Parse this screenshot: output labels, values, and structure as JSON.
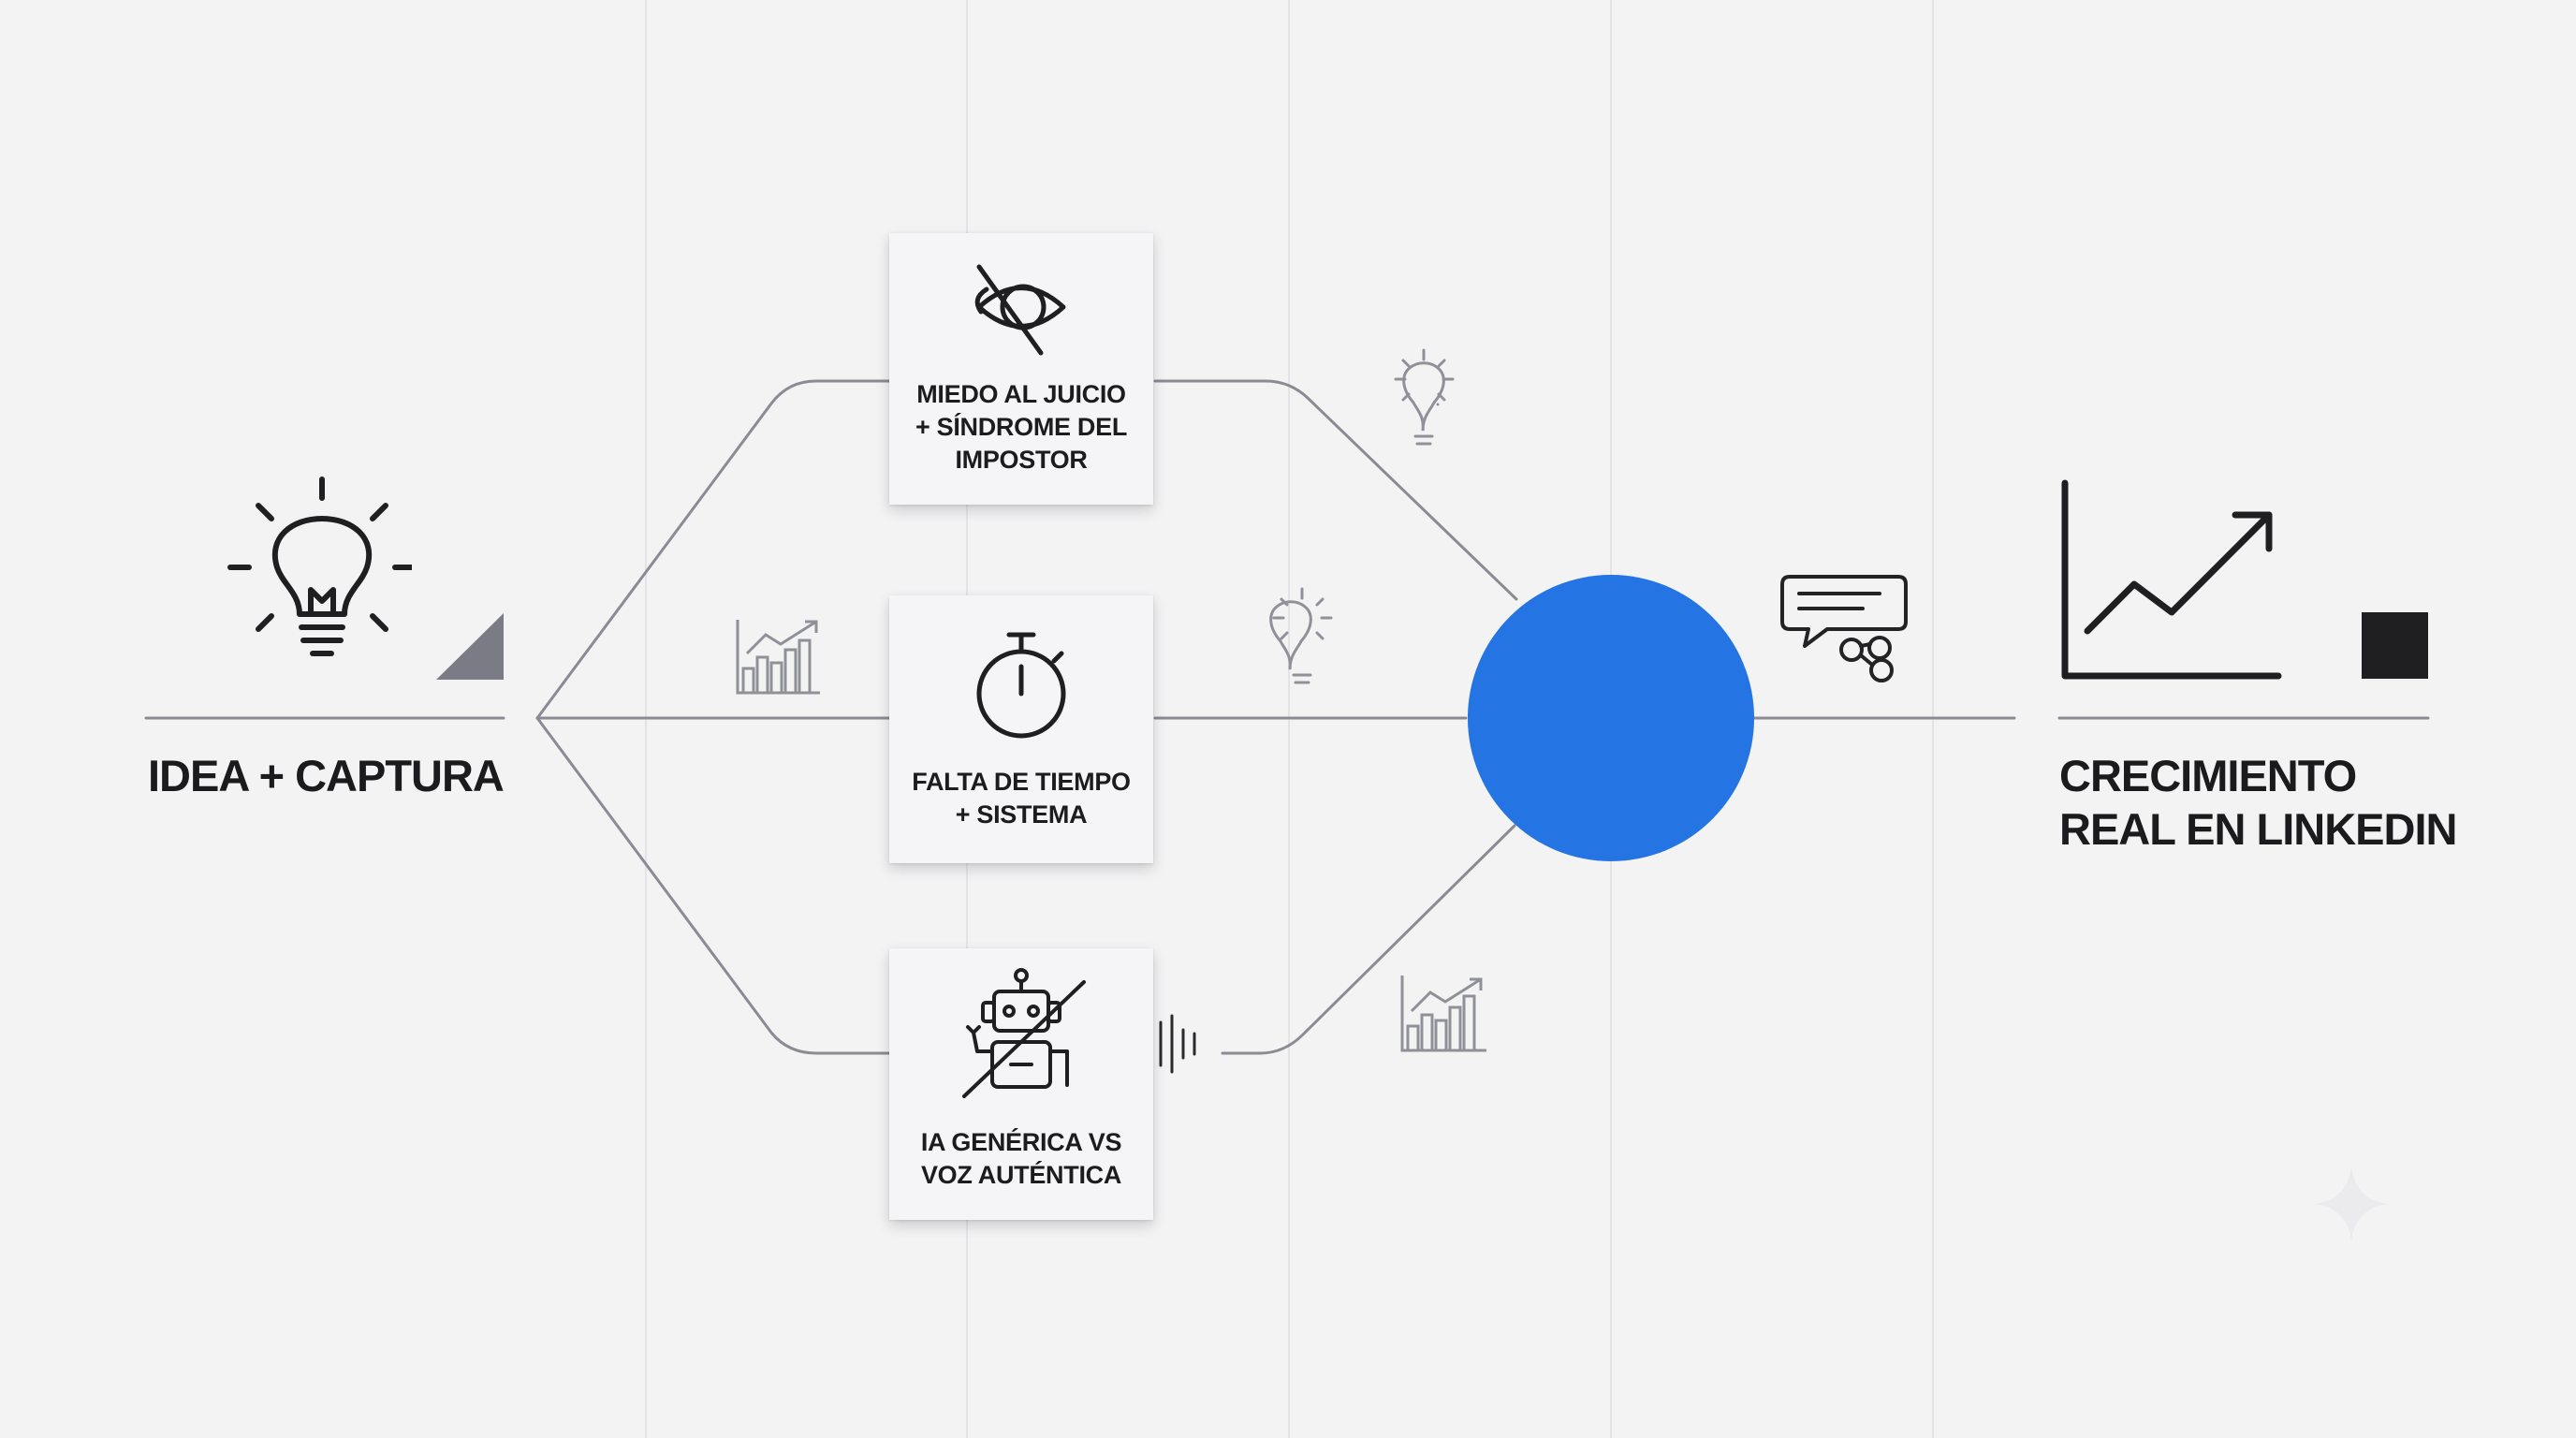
{
  "start": {
    "label": "IDEA + CAPTURA",
    "icon": "lightbulb-icon"
  },
  "obstacles": [
    {
      "label": "MIEDO AL JUICIO\n+ SÍNDROME DEL\nIMPOSTOR",
      "icon": "eye-slash-icon"
    },
    {
      "label": "FALTA DE TIEMPO\n+ SISTEMA",
      "icon": "stopwatch-icon"
    },
    {
      "label": "IA GENÉRICA VS\nVOZ AUTÉNTICA",
      "icon": "robot-crossed-icon"
    }
  ],
  "end": {
    "label": "CRECIMIENTO\nREAL EN LINKEDIN",
    "icon": "growth-chart-icon"
  },
  "colors": {
    "hub": "#2474e4",
    "line": "#8a8b93",
    "text": "#1b1b1d",
    "triangle": "#7a7b84"
  }
}
